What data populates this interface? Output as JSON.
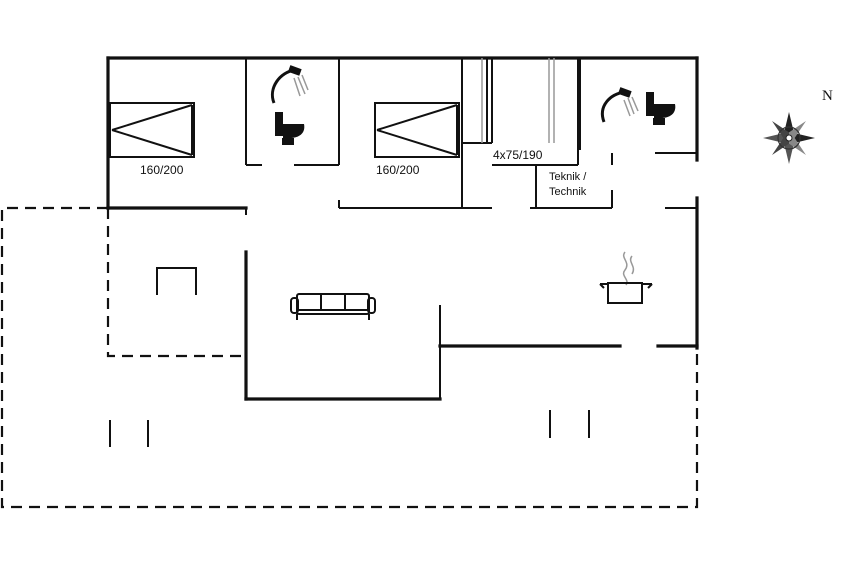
{
  "rooms": {
    "bedroom_1": {
      "bed_label": "160/200"
    },
    "bedroom_2": {
      "bed_label": "160/200"
    },
    "bunk_room": {
      "bed_label": "4x75/190"
    },
    "technical_room": {
      "label_line1": "Teknik /",
      "label_line2": "Technik"
    }
  },
  "compass": {
    "north_label": "N"
  },
  "icons": [
    "bed-icon",
    "shower-icon",
    "toilet-icon",
    "sofa-icon",
    "cooking-pot-icon",
    "compass-rose-icon"
  ],
  "colors": {
    "walls": "#111111",
    "background": "#ffffff"
  }
}
